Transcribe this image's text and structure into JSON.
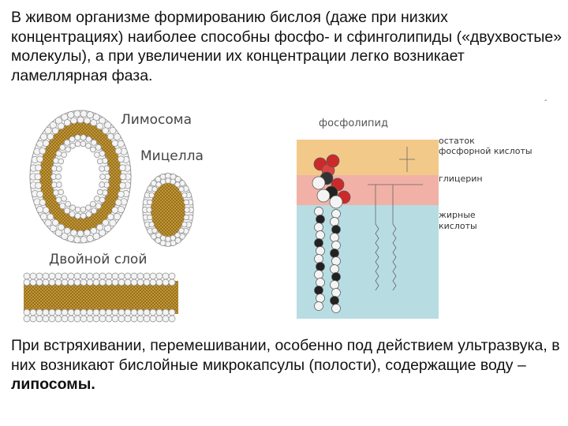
{
  "paragraph1": "В живом организме формированию бислоя (даже при низких концентрациях) наиболее способны фосфо- и сфинголипиды («двухвостые» молекулы), а при увеличении их концентрации легко возникает ламеллярная фаза.",
  "labels": {
    "liposome": "Лимосома",
    "micelle": "Мицелла",
    "bilayer": "Двойной слой"
  },
  "phospholipid": {
    "title": "фосфолипид",
    "phosphate": "остаток фосфорной кислоты",
    "phosphate_l1": "остаток",
    "phosphate_l2": "фосфорной кислоты",
    "glycerol": "глицерин",
    "fatty_l1": "жирные",
    "fatty_l2": "кислоты"
  },
  "paragraph2_start": "При встряхивании, перемешивании, особенно под действием ультразвука, в них возникают бислойные микрокапсулы (полости), содержащие воду – ",
  "paragraph2_bold": "липосомы.",
  "colors": {
    "head": "#f3f3f3",
    "tail": "#b88a2a",
    "phosphate_band": "#f3c98a",
    "glycerol_band": "#f2b1a6",
    "fatty_band": "#b7dde3"
  }
}
